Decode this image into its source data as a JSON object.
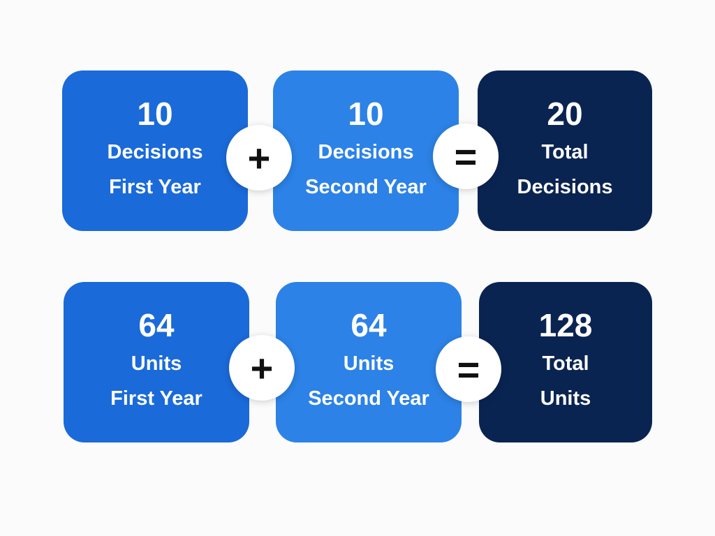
{
  "equations": [
    {
      "first": {
        "value": "10",
        "line1": "Decisions",
        "line2": "First Year"
      },
      "operator_plus": "+",
      "second": {
        "value": "10",
        "line1": "Decisions",
        "line2": "Second Year"
      },
      "operator_equals": "=",
      "total": {
        "value": "20",
        "line1": "Total",
        "line2": "Decisions"
      }
    },
    {
      "first": {
        "value": "64",
        "line1": "Units",
        "line2": "First Year"
      },
      "operator_plus": "+",
      "second": {
        "value": "64",
        "line1": "Units",
        "line2": "Second Year"
      },
      "operator_equals": "=",
      "total": {
        "value": "128",
        "line1": "Total",
        "line2": "Units"
      }
    }
  ],
  "colors": {
    "first_card": "#1a6ad9",
    "second_card": "#2c82e6",
    "total_card": "#0a2452",
    "operator_bg": "#ffffff",
    "text": "#ffffff"
  }
}
